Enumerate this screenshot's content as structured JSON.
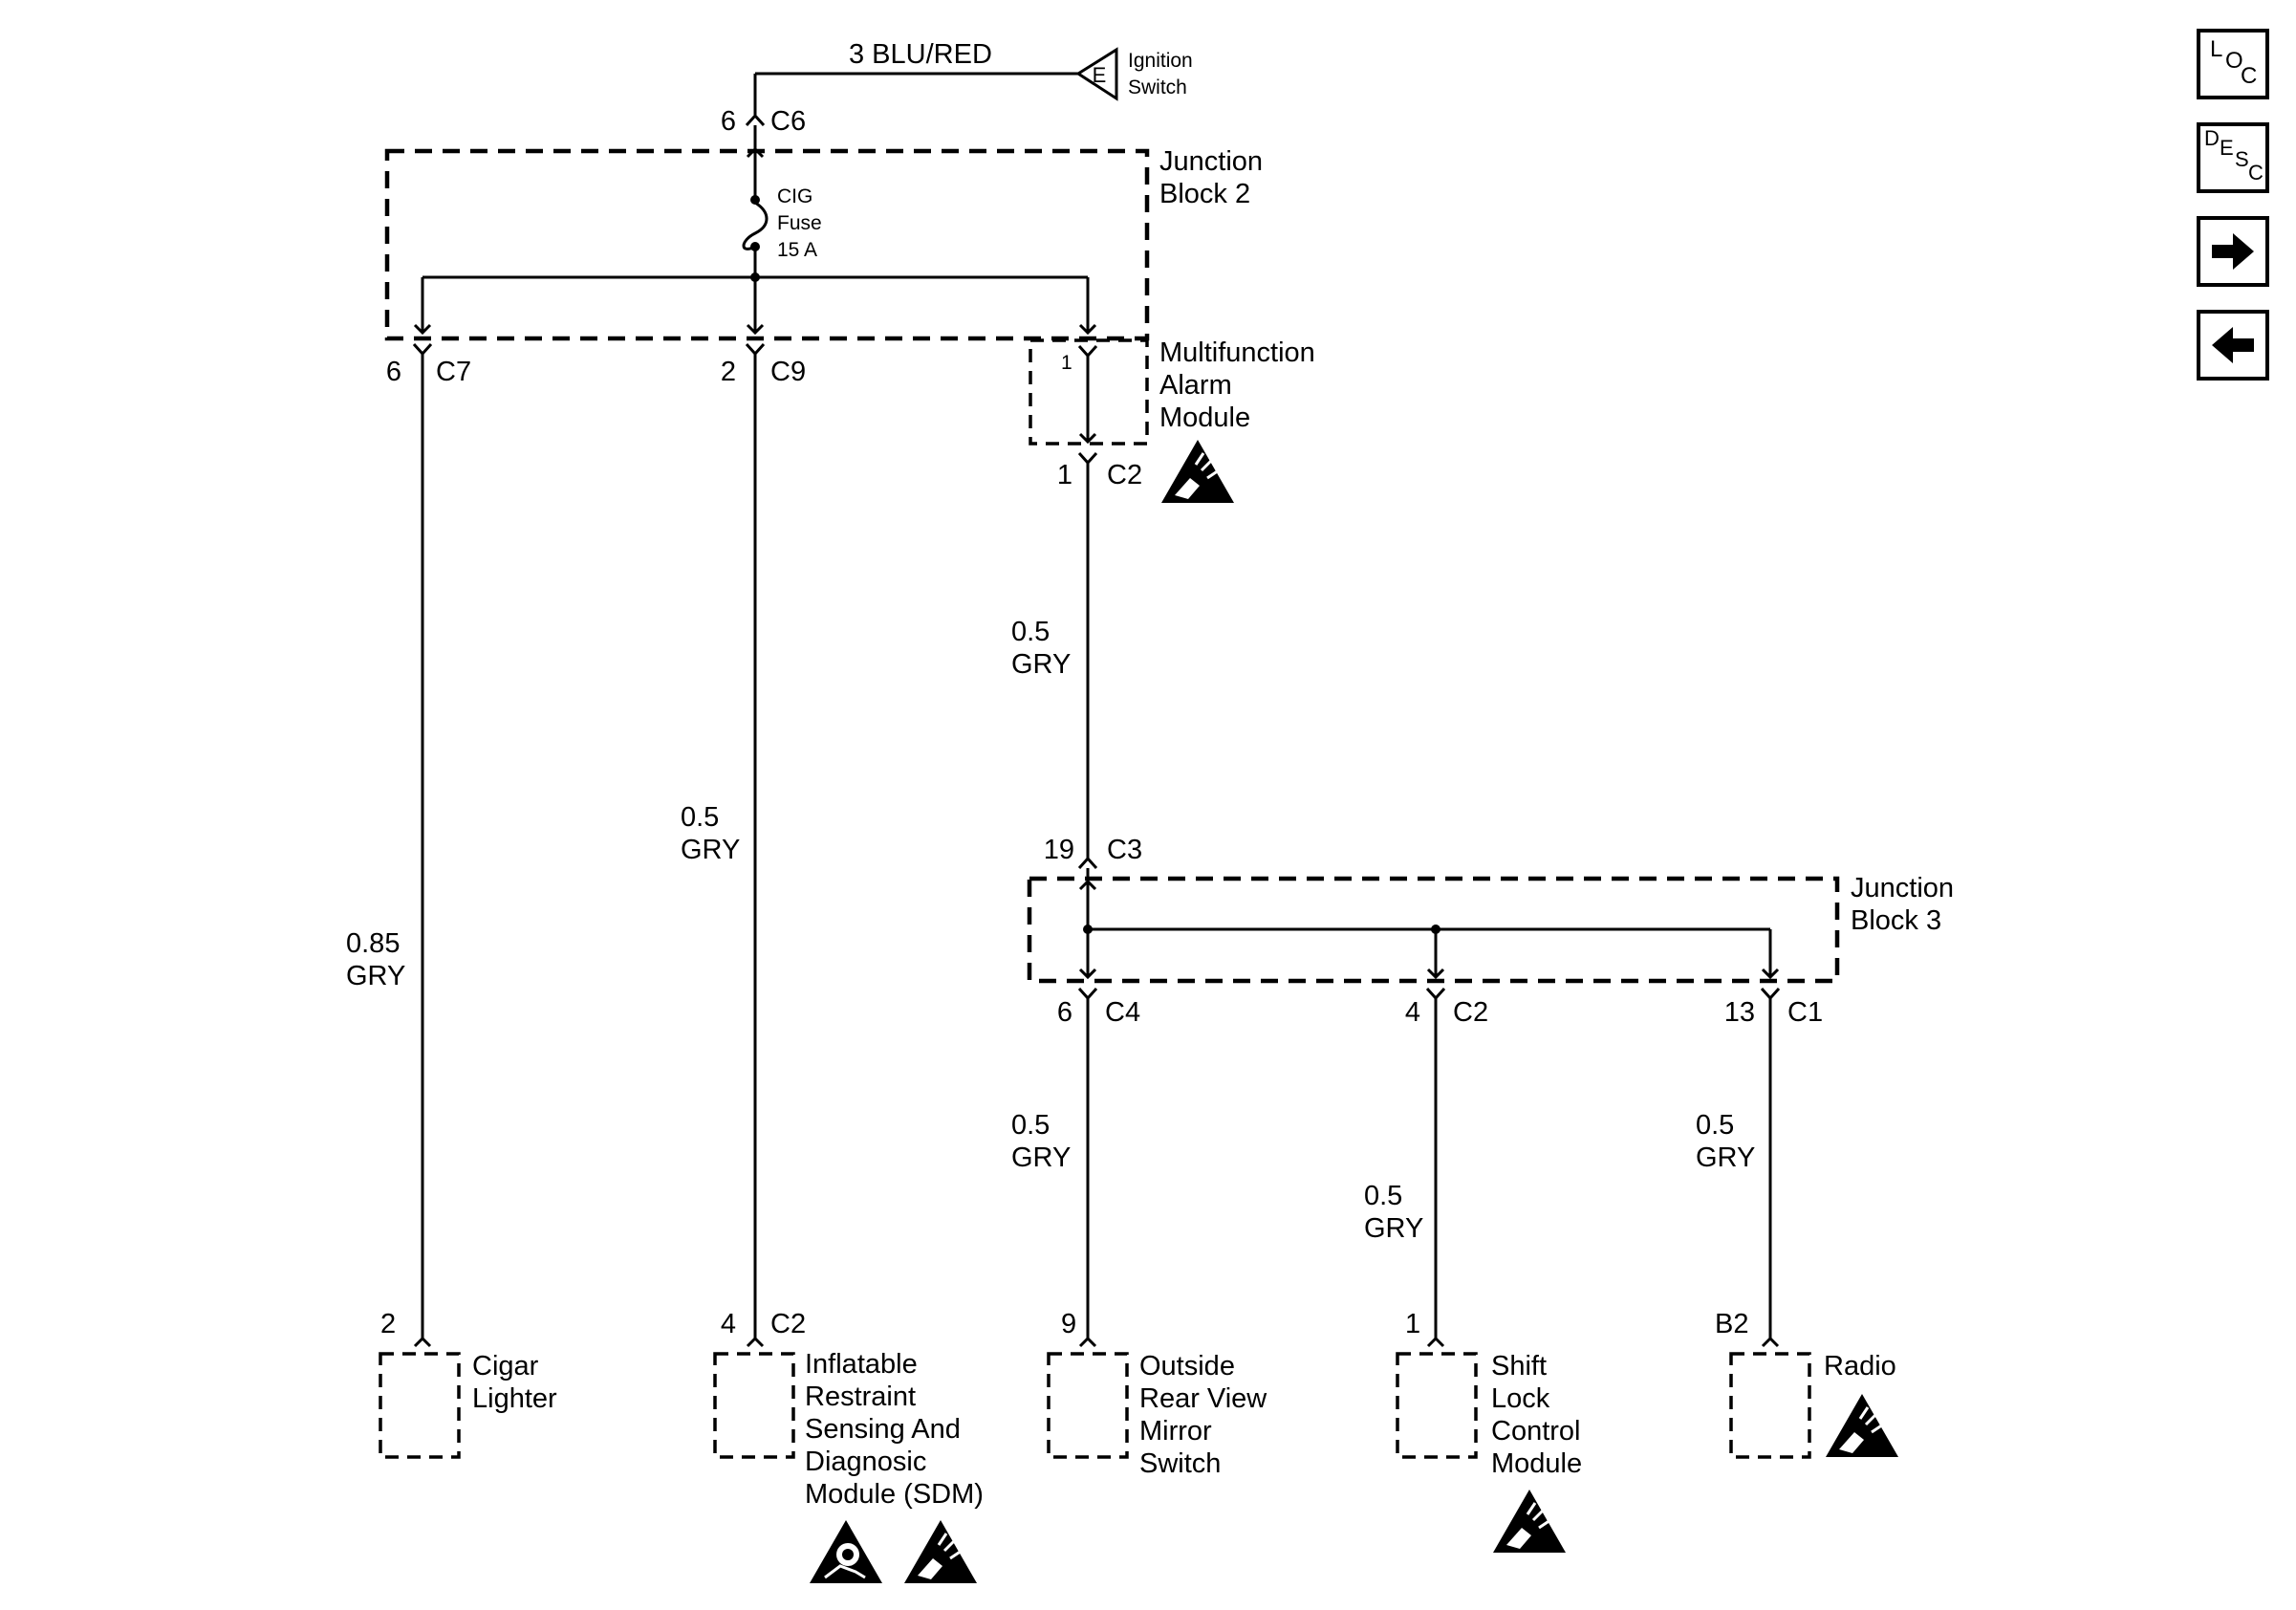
{
  "feed": {
    "wire": "3 BLU/RED",
    "source_letter": "E",
    "source_name": [
      "Ignition",
      "Switch"
    ]
  },
  "c6": {
    "pin": "6",
    "conn": "C6"
  },
  "junction_block_2": {
    "name": [
      "Junction",
      "Block 2"
    ],
    "fuse": [
      "CIG",
      "Fuse",
      "15 A"
    ]
  },
  "jb2_outputs": {
    "left": {
      "pin": "6",
      "conn": "C7"
    },
    "center": {
      "pin": "2",
      "conn": "C9"
    },
    "right_pin_inner": "1"
  },
  "mfam": {
    "name": [
      "Multifunction",
      "Alarm",
      "Module"
    ],
    "pin": "1",
    "conn": "C2"
  },
  "wires": {
    "cigar": [
      "0.85",
      "GRY"
    ],
    "sdm": [
      "0.5",
      "GRY"
    ],
    "mfam_to_jb3": [
      "0.5",
      "GRY"
    ],
    "mirror": [
      "0.5",
      "GRY"
    ],
    "shift": [
      "0.5",
      "GRY"
    ],
    "radio": [
      "0.5",
      "GRY"
    ]
  },
  "junction_block_3": {
    "name": [
      "Junction",
      "Block 3"
    ],
    "input": {
      "pin": "19",
      "conn": "C3"
    }
  },
  "jb3_outputs": [
    {
      "pin": "6",
      "conn": "C4"
    },
    {
      "pin": "4",
      "conn": "C2"
    },
    {
      "pin": "13",
      "conn": "C1"
    }
  ],
  "components": {
    "cigar": {
      "pin": "2",
      "conn": "",
      "name": [
        "Cigar",
        "Lighter"
      ]
    },
    "sdm": {
      "pin": "4",
      "conn": "C2",
      "name": [
        "Inflatable",
        "Restraint",
        "Sensing And",
        "Diagnosic",
        "Module (SDM)"
      ]
    },
    "mirror": {
      "pin": "9",
      "conn": "",
      "name": [
        "Outside",
        "Rear View",
        "Mirror",
        "Switch"
      ]
    },
    "shift": {
      "pin": "1",
      "conn": "",
      "name": [
        "Shift",
        "Lock",
        "Control",
        "Module"
      ]
    },
    "radio": {
      "pin": "B2",
      "conn": "",
      "name": [
        "Radio"
      ]
    }
  },
  "nav": {
    "loc": [
      "L",
      "O",
      "C"
    ],
    "desc": [
      "D",
      "E",
      "S",
      "C"
    ]
  },
  "icons": [
    "esd-warning-icon",
    "airbag-warning-icon",
    "forward-arrow-icon",
    "back-arrow-icon"
  ]
}
